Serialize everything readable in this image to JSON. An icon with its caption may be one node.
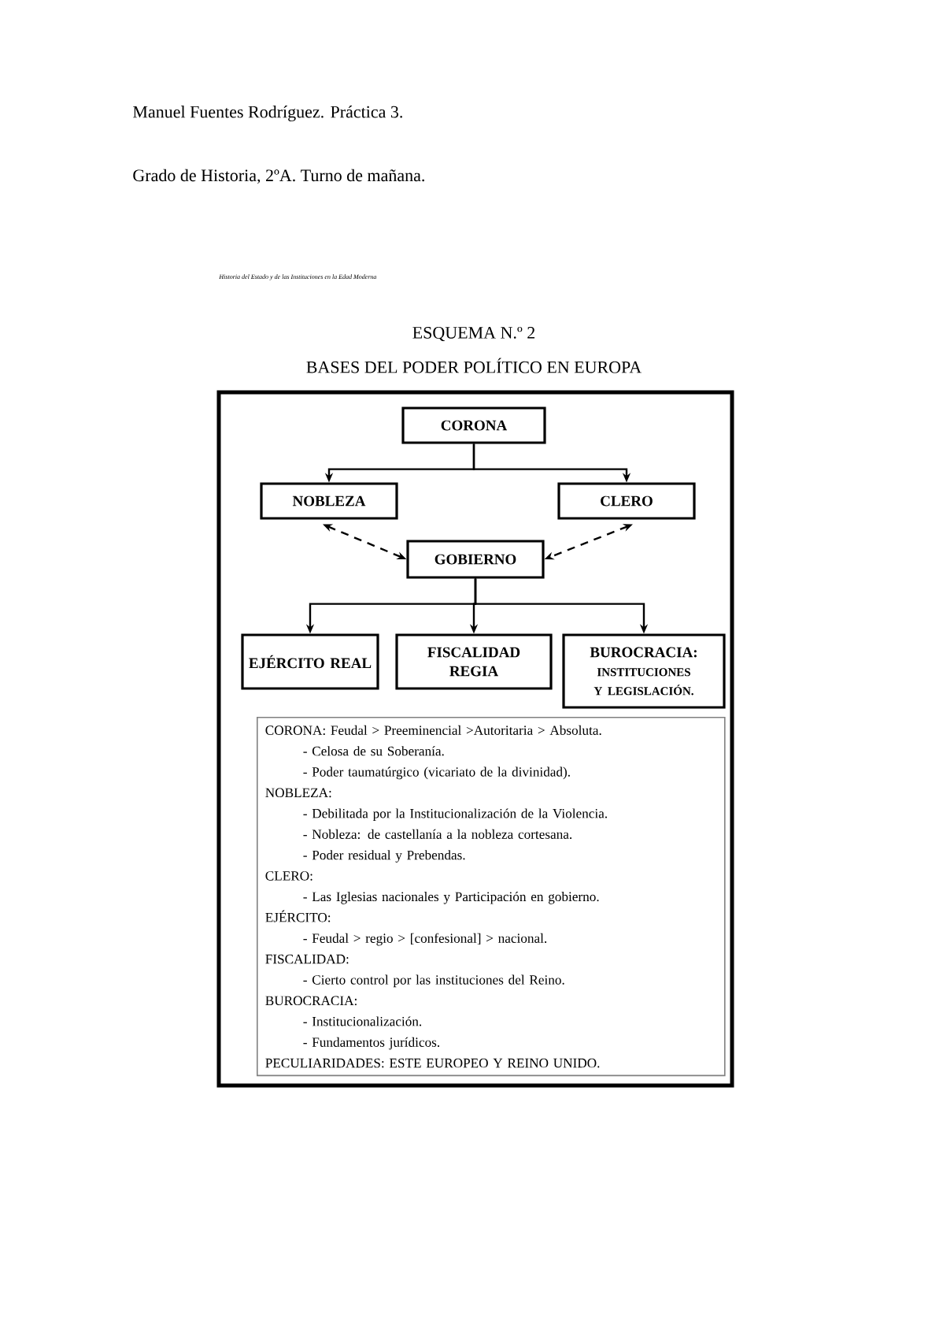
{
  "diagram": {
    "title": "BASES DEL PODER POLÍTICO EN EUROPA",
    "nodes": [
      {
        "text": [
          "CORONA"
        ]
      },
      {
        "text": [
          "NOBLEZA"
        ]
      },
      {
        "text": [
          "CLERO"
        ]
      },
      {
        "text": [
          "GOBIERNO"
        ]
      },
      {
        "text": [
          "EJÉRCITO REAL"
        ]
      },
      {
        "text": [
          "FISCALIDAD REGIA"
        ]
      },
      {
        "text": [
          "BUROCRACIA:",
          "INSTITUCIONES Y LEGISLACIÓN."
        ]
      },
      {
        "text": [
          "CORONA: Feudal > Preeminencial >Autoritaria > Absoluta.",
          "- Celosa de su Soberanía.",
          "- Poder taumatúrgico (vicariato de la divinidad).",
          "NOBLEZA:",
          "- Debilitada por la Institucionalización de la Violencia.",
          "- Nobleza: de castellanía a la nobleza cortesana.",
          "- Poder residual y Prebendas.",
          "CLERO:",
          "- Las Iglesias nacionales y Participación en gobierno.",
          "EJÉRCITO:",
          "- Feudal > regio > [confesional] > nacional.",
          "FISCALIDAD:",
          "- Cierto control por las instituciones del Reino.",
          "BUROCRACIA:",
          "- Institucionalización.",
          "- Fundamentos jurídicos.",
          "PECULIARIDADES: ESTE EUROPEO Y REINO UNIDO."
        ]
      }
    ],
    "edges": [
      {
        "from": 0,
        "to": 1,
        "arrow": "to"
      },
      {
        "from": 0,
        "to": 2,
        "arrow": "to"
      },
      {
        "from": 1,
        "to": 3,
        "arrow": "both",
        "style": "dashed"
      },
      {
        "from": 2,
        "to": 3,
        "arrow": "both",
        "style": "dashed"
      },
      {
        "from": 3,
        "to": 4,
        "arrow": "to"
      },
      {
        "from": 3,
        "to": 5,
        "arrow": "to"
      },
      {
        "from": 3,
        "to": 6,
        "arrow": "to"
      }
    ],
    "labels": [
      "Manuel Fuentes Rodríguez. Práctica 3.",
      "Grado de Historia, 2ºA. Turno de mañana.",
      "Historia del Estado y de las Instituciones en la Edad Moderna",
      "ESQUEMA N.º 2"
    ]
  }
}
